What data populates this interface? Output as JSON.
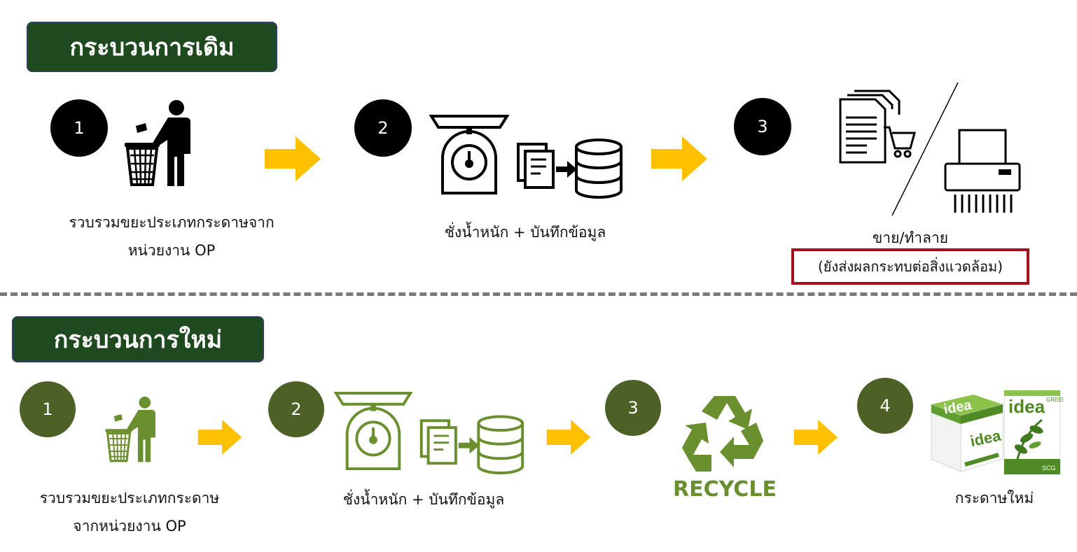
{
  "old_process": {
    "title": "กระบวนการเดิม",
    "steps": [
      {
        "number": "1",
        "line1": "รวบรวมขยะประเภทกระดาษจาก",
        "line2": "หน่วยงาน OP",
        "icon": "person-trash-icon"
      },
      {
        "number": "2",
        "line1": "ชั่งน้ำหนัก + บันทึกข้อมูล",
        "icon": "scale-database-icon"
      },
      {
        "number": "3",
        "line1": "ขาย/ทำลาย",
        "note": "(ยังส่งผลกระทบต่อสิ่งแวดล้อม)",
        "icon": "sell-shred-icon"
      }
    ]
  },
  "new_process": {
    "title": "กระบวนการใหม่",
    "steps": [
      {
        "number": "1",
        "line1": "รวบรวมขยะประเภทกระดาษ",
        "line2": "จากหน่วยงาน OP",
        "icon": "person-trash-icon"
      },
      {
        "number": "2",
        "line1": "ชั่งน้ำหนัก + บันทึกข้อมูล",
        "icon": "scale-database-icon"
      },
      {
        "number": "3",
        "label": "RECYCLE",
        "icon": "recycle-icon"
      },
      {
        "number": "4",
        "line1": "กระดาษใหม่",
        "icon": "paper-box-icon"
      }
    ],
    "product_text": {
      "brand": "idea",
      "tag": "GREEN",
      "maker": "SCG"
    }
  },
  "colors": {
    "header_bg": "#1f4a1f",
    "old_icon": "#000000",
    "new_icon": "#6a8f2e",
    "new_circle": "#4d6126",
    "arrow": "#ffc000",
    "warning_border": "#a50f1e"
  }
}
